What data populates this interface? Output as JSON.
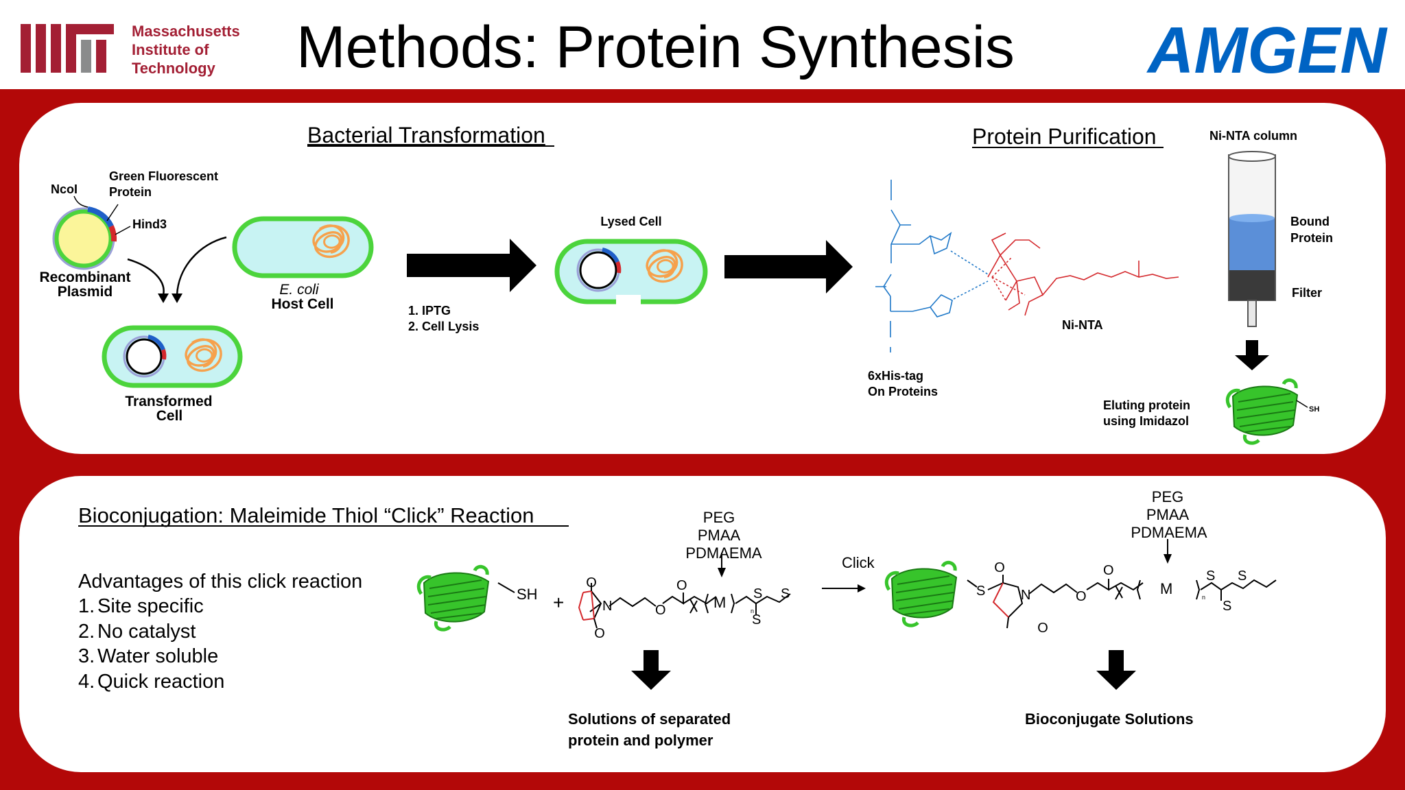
{
  "header": {
    "title": "Methods: Protein Synthesis",
    "mit": {
      "line1": "Massachusetts",
      "line2": "Institute of",
      "line3": "Technology"
    },
    "amgen": "AMGEN"
  },
  "colors": {
    "band": "#b30808",
    "mit_red": "#a31f34",
    "amgen_blue": "#0063c3",
    "cell_green": "#4cd43c",
    "cell_fill": "#c8f3f3",
    "gfp": "#37c42b",
    "dna_orange": "#f6a14c",
    "his_blue": "#1f78c8",
    "nta_red": "#d4282c"
  },
  "transformation": {
    "heading": "Bacterial Transformation",
    "ncoi": "NcoI",
    "gfp_line1": "Green Fluorescent",
    "gfp_line2": "Protein",
    "hind3": "Hind3",
    "plasmid_line1": "Recombinant",
    "plasmid_line2": "Plasmid",
    "ecoli": "E. coli",
    "host": "Host Cell",
    "transformed_line1": "Transformed",
    "transformed_line2": "Cell",
    "step1": "1. IPTG",
    "step2": "2. Cell Lysis",
    "lysed": "Lysed Cell"
  },
  "purification": {
    "heading": "Protein Purification",
    "column_label": "Ni-NTA column",
    "bound_line1": "Bound",
    "bound_line2": "Protein",
    "filter": "Filter",
    "ni_nta": "Ni-NTA",
    "his_line1": "6xHis-tag",
    "his_line2": "On Proteins",
    "elute_line1": "Eluting protein",
    "elute_line2": "using Imidazol",
    "sh": "SH"
  },
  "bioconjugation": {
    "heading": "Bioconjugation: Maleimide Thiol “Click” Reaction",
    "advantages_title": "Advantages of this click reaction",
    "advantages": [
      "Site specific",
      "No catalyst",
      "Water soluble",
      "Quick reaction"
    ],
    "polymers": [
      "PEG",
      "PMAA",
      "PDMAEMA"
    ],
    "click": "Click",
    "plus": "+",
    "sh": "SH",
    "m": "M",
    "n": "n",
    "o": "O",
    "s": "S",
    "nitrogen": "N",
    "result_left_line1": "Solutions of separated",
    "result_left_line2": "protein and polymer",
    "result_right": "Bioconjugate Solutions"
  }
}
